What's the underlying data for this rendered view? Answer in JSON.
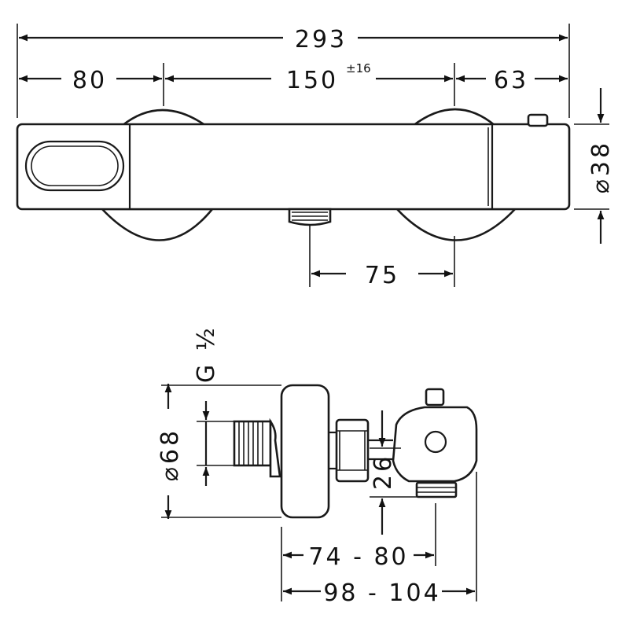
{
  "top_view": {
    "overall_width": "293",
    "left_section": "80",
    "center_section": "150",
    "center_tolerance": "±16",
    "right_section": "63",
    "diameter_label": "⌀38",
    "outlet_spacing": "75"
  },
  "side_view": {
    "thread_label": "G ½",
    "diameter_label": "⌀68",
    "outlet_height": "26",
    "depth_min": "74 - 80",
    "depth_max": "98 - 104"
  }
}
